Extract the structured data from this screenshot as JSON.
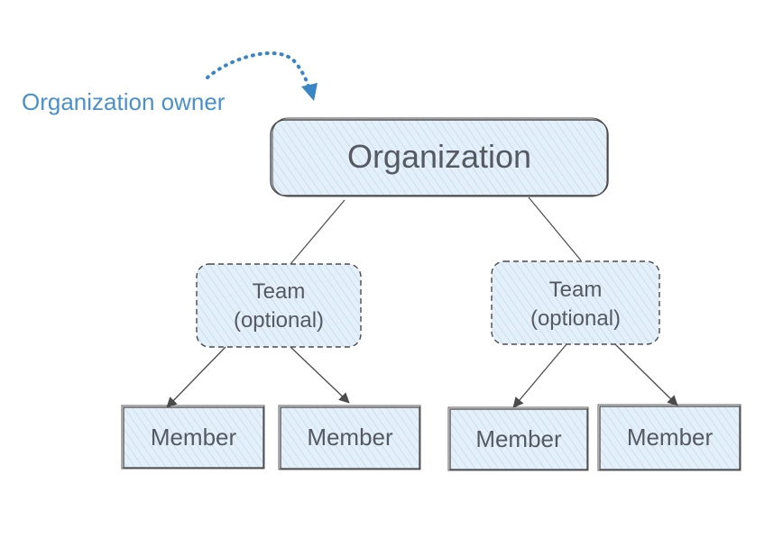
{
  "owner_label": "Organization owner",
  "organization": {
    "label": "Organization"
  },
  "teams": [
    {
      "line1": "Team",
      "line2": "(optional)"
    },
    {
      "line1": "Team",
      "line2": "(optional)"
    }
  ],
  "members": [
    "Member",
    "Member",
    "Member",
    "Member"
  ],
  "colors": {
    "box_fill": "#e2eff8",
    "hatch": "#b9d4ea",
    "stroke": "#4b4b4b",
    "text": "#555a62",
    "accent": "#3a85c6"
  }
}
